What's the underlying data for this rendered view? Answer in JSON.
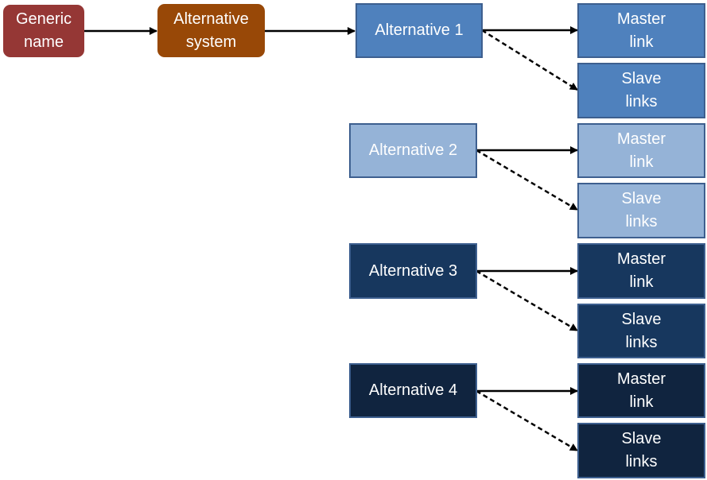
{
  "nodes": {
    "generic_name": "Generic\nname",
    "alternative_system": "Alternative\nsystem",
    "alternatives": [
      {
        "label": "Alternative 1",
        "master": "Master\nlink",
        "slave": "Slave\nlinks",
        "color": "#4f81bd",
        "text_color": "#ffffff"
      },
      {
        "label": "Alternative 2",
        "master": "Master\nlink",
        "slave": "Slave\nlinks",
        "color": "#95b3d7",
        "text_color": "#ffffff"
      },
      {
        "label": "Alternative 3",
        "master": "Master\nlink",
        "slave": "Slave\nlinks",
        "color": "#17375e",
        "text_color": "#ffffff"
      },
      {
        "label": "Alternative 4",
        "master": "Master\nlink",
        "slave": "Slave\nlinks",
        "color": "#10243f",
        "text_color": "#ffffff"
      }
    ]
  },
  "colors": {
    "generic_name": "#953735",
    "alternative_system": "#984807",
    "border": "#3d5f8f",
    "arrow": "#000000"
  }
}
